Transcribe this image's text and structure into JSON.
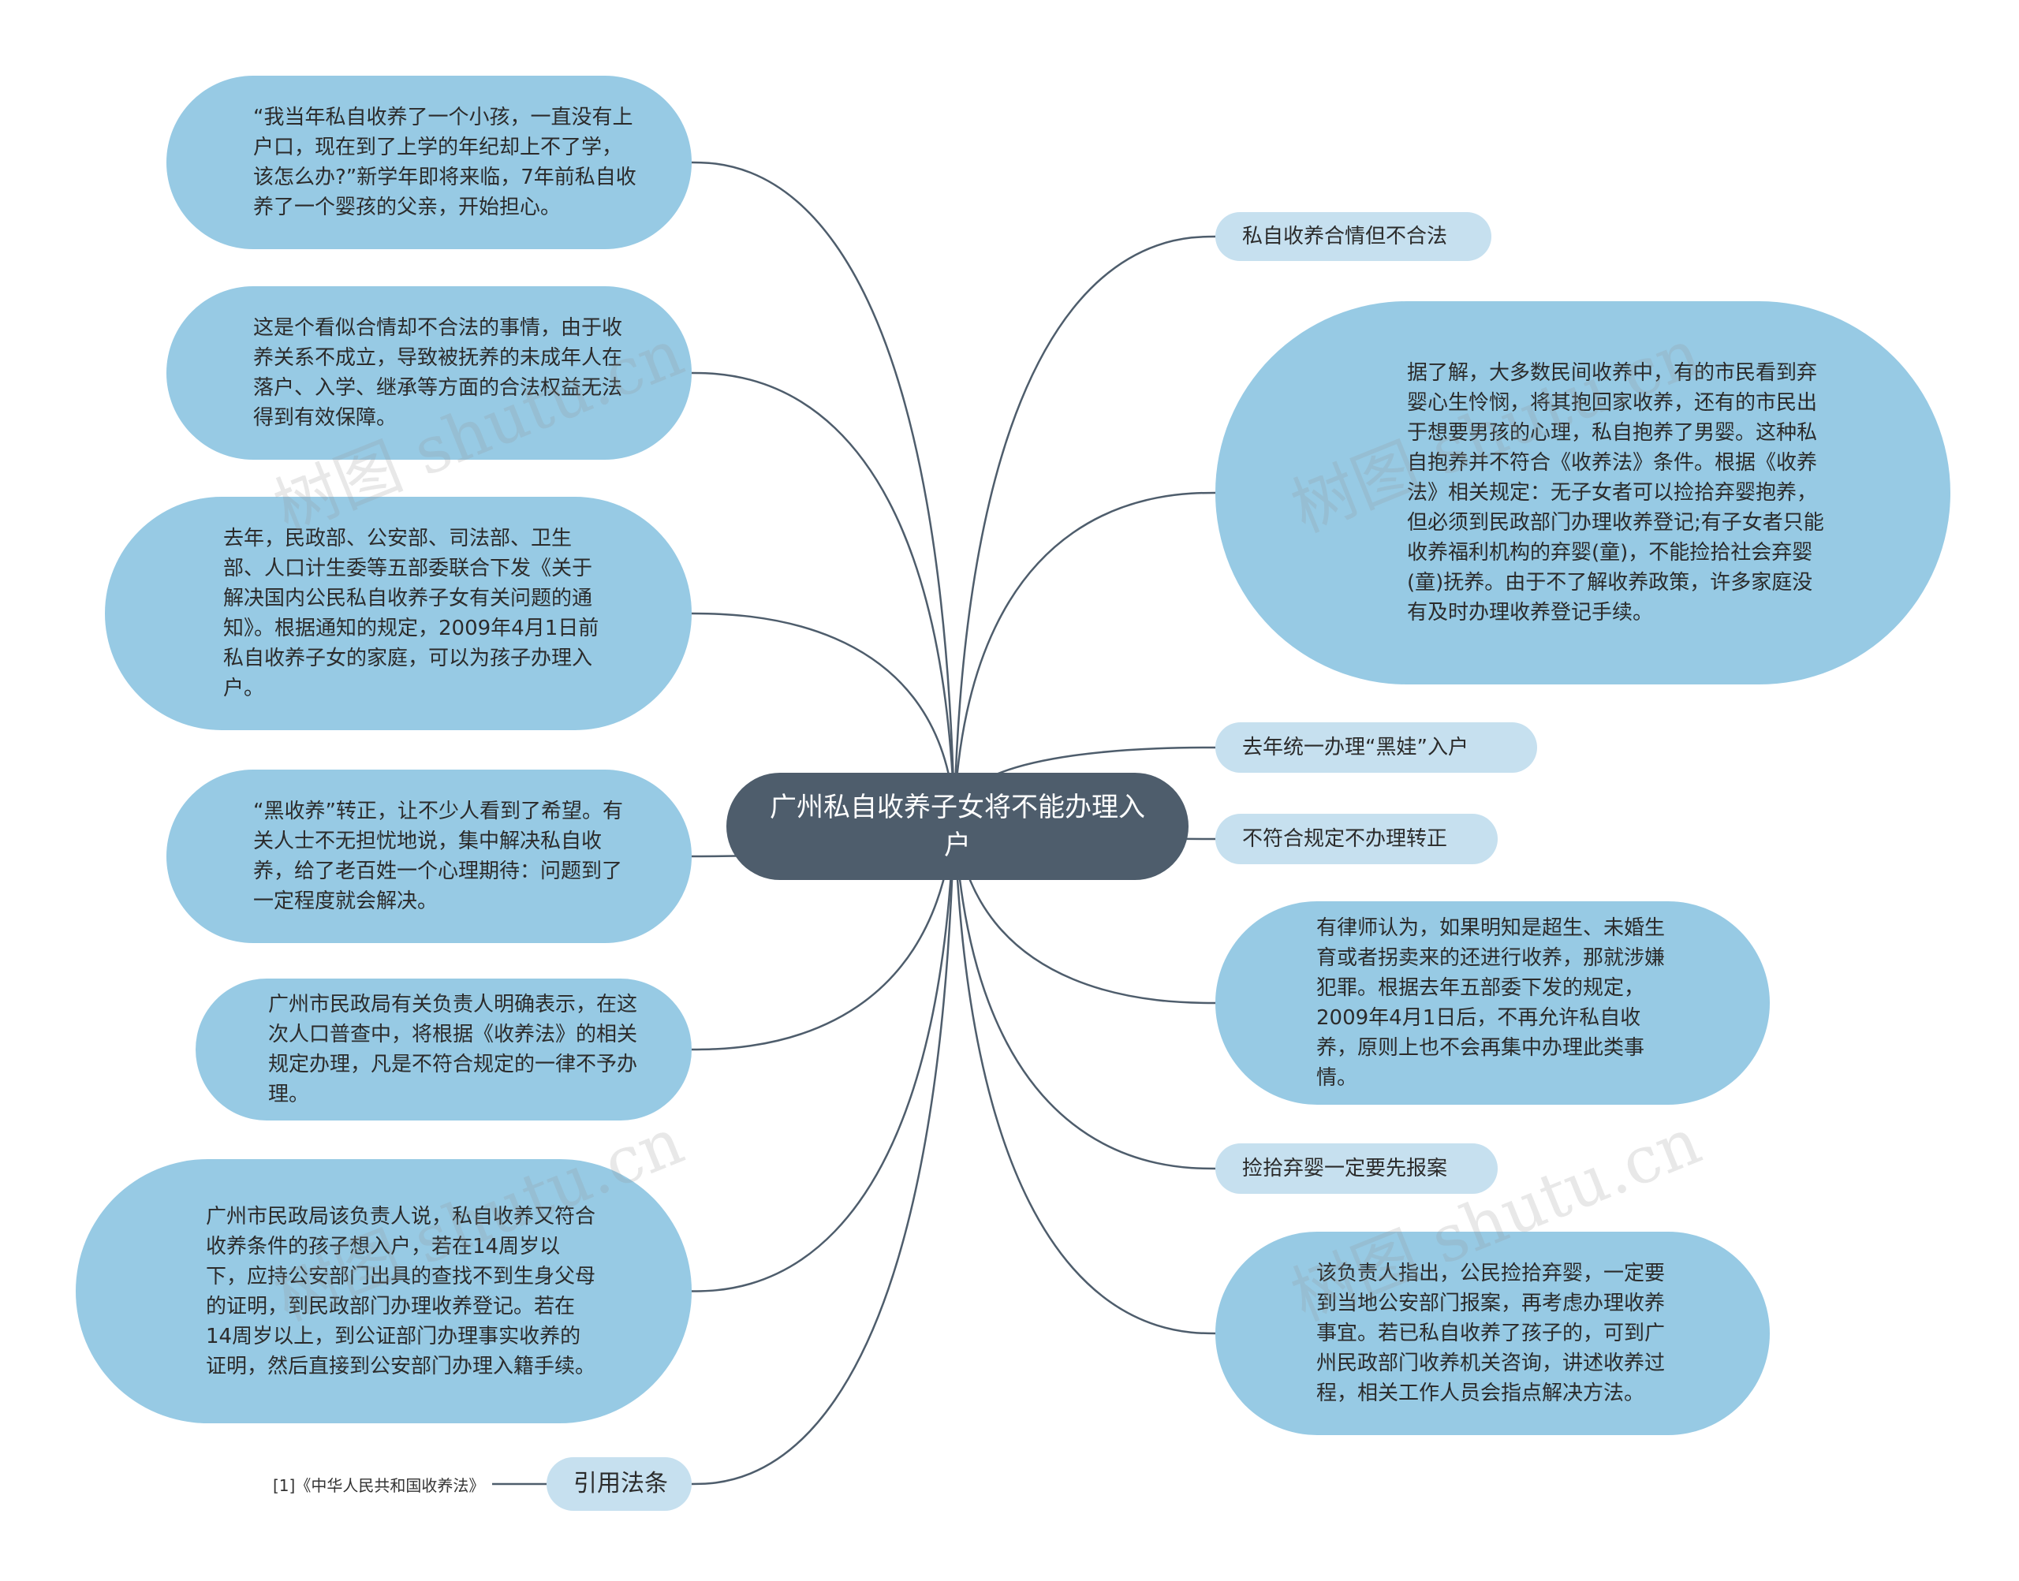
{
  "center": {
    "text": "广州私自收养子女将不能办理入户"
  },
  "left_nodes": [
    {
      "id": "L1",
      "text": "“我当年私自收养了一个小孩，一直没有上户口，现在到了上学的年纪却上不了学，该怎么办?”新学年即将来临，7年前私自收养了一个婴孩的父亲，开始担心。"
    },
    {
      "id": "L2",
      "text": "这是个看似合情却不合法的事情，由于收养关系不成立，导致被抚养的未成年人在落户、入学、继承等方面的合法权益无法得到有效保障。"
    },
    {
      "id": "L3",
      "text": "去年，民政部、公安部、司法部、卫生部、人口计生委等五部委联合下发《关于解决国内公民私自收养子女有关问题的通知》。根据通知的规定，2009年4月1日前私自收养子女的家庭，可以为孩子办理入户。"
    },
    {
      "id": "L4",
      "text": "“黑收养”转正，让不少人看到了希望。有关人士不无担忧地说，集中解决私自收养，给了老百姓一个心理期待：问题到了一定程度就会解决。"
    },
    {
      "id": "L5",
      "text": "广州市民政局有关负责人明确表示，在这次人口普查中，将根据《收养法》的相关规定办理，凡是不符合规定的一律不予办理。"
    },
    {
      "id": "L6",
      "text": "广州市民政局该负责人说，私自收养又符合收养条件的孩子想入户，若在14周岁以下，应持公安部门出具的查找不到生身父母的证明，到民政部门办理收养登记。若在14周岁以上，到公证部门办理事实收养的证明，然后直接到公安部门办理入籍手续。"
    },
    {
      "id": "L7",
      "text": "引用法条"
    }
  ],
  "right_nodes": [
    {
      "id": "R1",
      "text": "私自收养合情但不合法"
    },
    {
      "id": "R2",
      "text": "据了解，大多数民间收养中，有的市民看到弃婴心生怜悯，将其抱回家收养，还有的市民出于想要男孩的心理，私自抱养了男婴。这种私自抱养并不符合《收养法》条件。根据《收养法》相关规定：无子女者可以捡拾弃婴抱养，但必须到民政部门办理收养登记;有子女者只能收养福利机构的弃婴(童)，不能捡拾社会弃婴(童)抚养。由于不了解收养政策，许多家庭没有及时办理收养登记手续。"
    },
    {
      "id": "R3",
      "text": "去年统一办理“黑娃”入户"
    },
    {
      "id": "R4",
      "text": "不符合规定不办理转正"
    },
    {
      "id": "R5",
      "text": "有律师认为，如果明知是超生、未婚生育或者拐卖来的还进行收养，那就涉嫌犯罪。根据去年五部委下发的规定，2009年4月1日后，不再允许私自收养，原则上也不会再集中办理此类事情。"
    },
    {
      "id": "R6",
      "text": "捡拾弃婴一定要先报案"
    },
    {
      "id": "R7",
      "text": "该负责人指出，公民捡拾弃婴，一定要到当地公安部门报案，再考虑办理收养事宜。若已私自收养了孩子的，可到广州民政部门收养机关咨询，讲述收养过程，相关工作人员会指点解决方法。"
    }
  ],
  "reference": {
    "text": "[1]《中华人民共和国收养法》"
  },
  "watermarks": [
    "树图 shutu.cn",
    "树图 shutu.cn",
    "树图 shutu.cn",
    "树图 shutu.cn"
  ],
  "colors": {
    "center_fill": "#4e5d6c",
    "node_fill": "#97cae4",
    "tag_fill": "#c6e0ef",
    "link": "#4e5d6c"
  }
}
